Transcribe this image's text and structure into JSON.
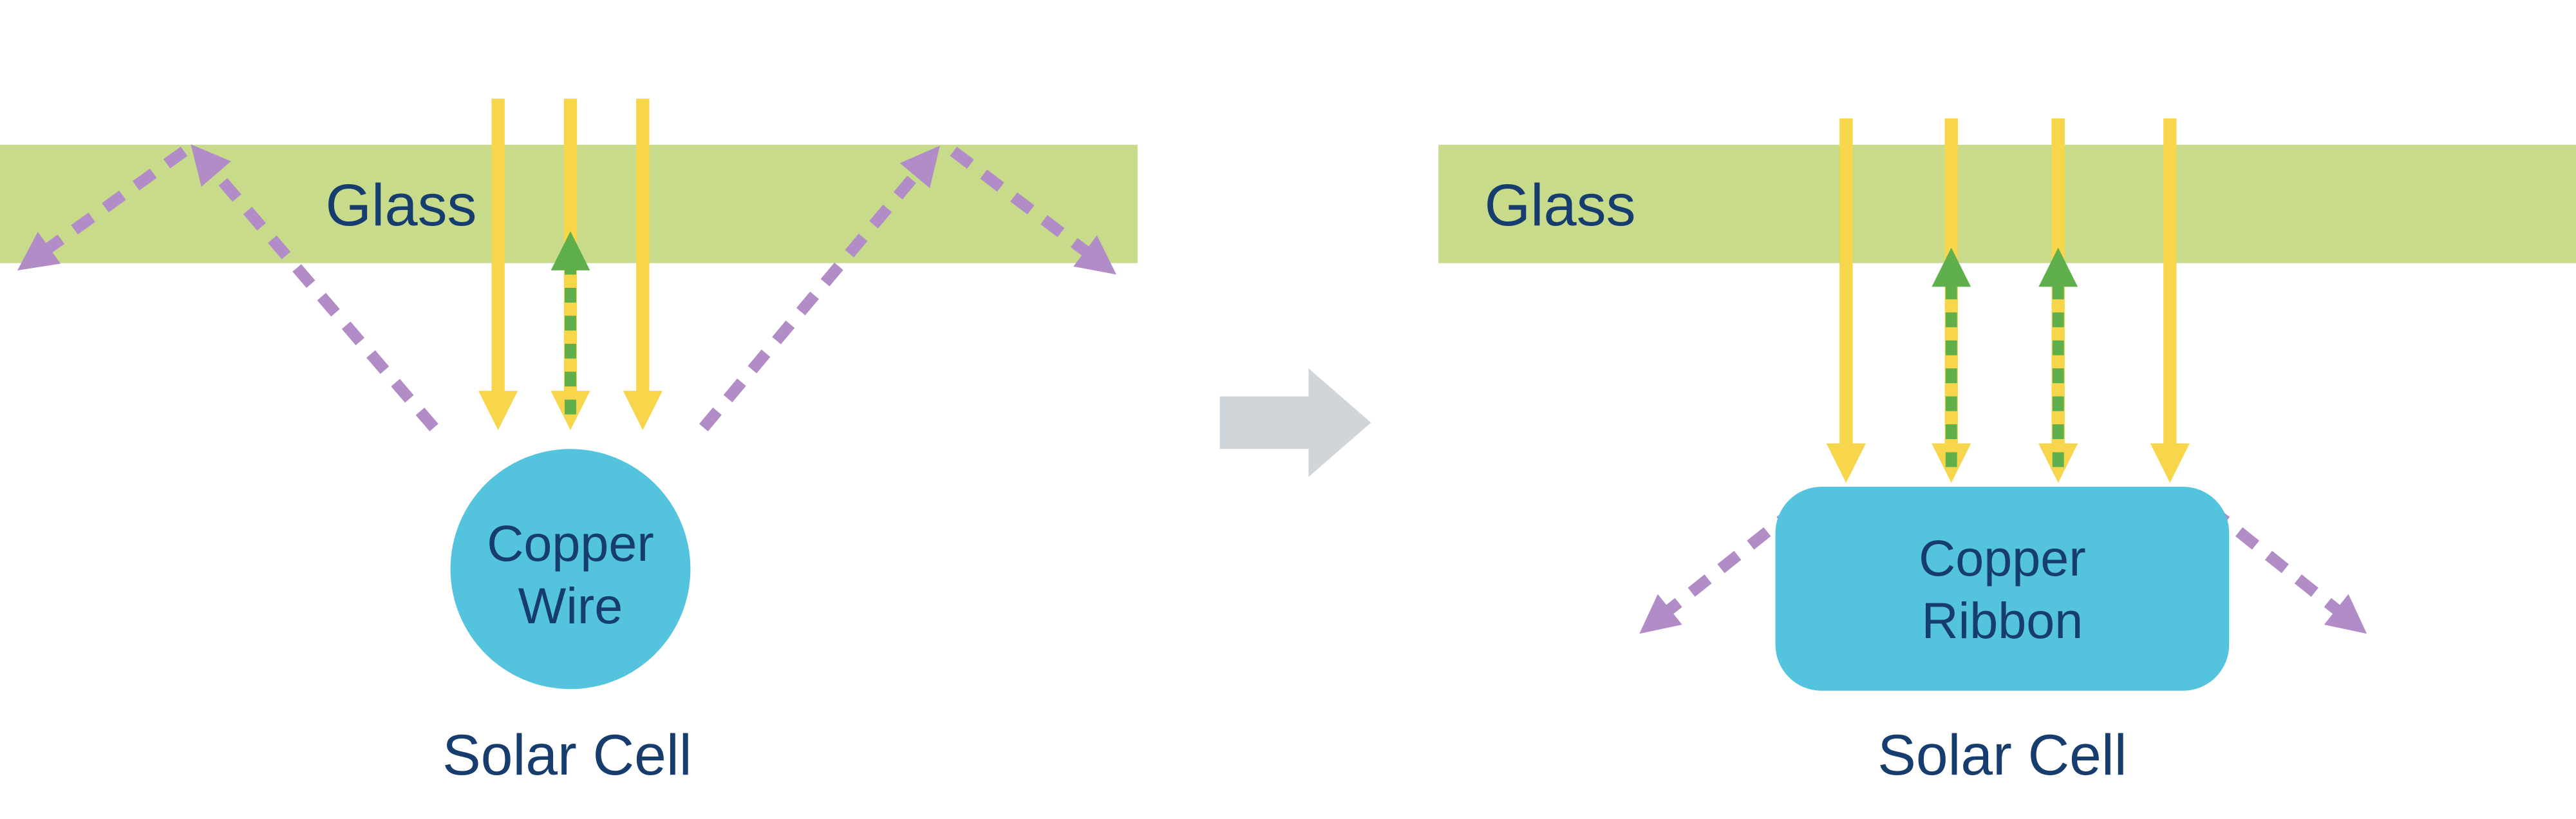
{
  "panels": {
    "before": {
      "glass_label": "Glass",
      "component_line1": "Copper",
      "component_line2": "Wire",
      "caption": "Solar Cell"
    },
    "after": {
      "glass_label": "Glass",
      "component_line1": "Copper",
      "component_line2": "Ribbon",
      "caption": "Solar Cell"
    }
  },
  "icons": {
    "sunlight_arrow": "solid-down-arrow",
    "reflected_light_arrow": "dashed-up-arrow",
    "scattered_light_arrow": "dashed-diagonal-arrow",
    "transition_arrow": "right-block-arrow"
  },
  "colors": {
    "glass": "#c7db8b",
    "sunlight_yellow": "#f7d64b",
    "reflected_green": "#5fb04c",
    "scattered_purple": "#b28cc7",
    "copper_blue": "#53c3de",
    "label_navy": "#163d6e",
    "transition_gray": "#cfd5d9"
  }
}
